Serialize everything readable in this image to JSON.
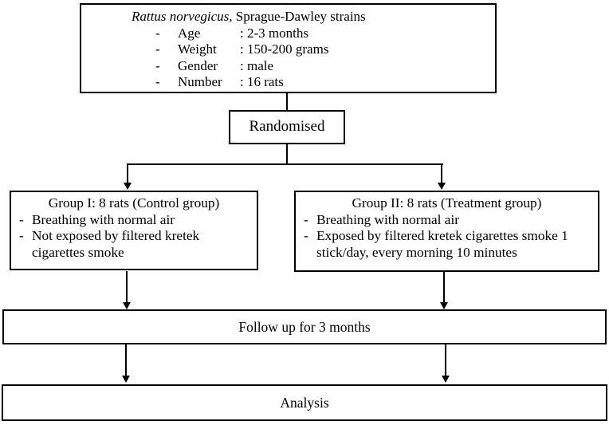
{
  "diagram": {
    "subject_box": {
      "title_italic": "Rattus norvegicus,",
      "title_regular": "Sprague-Dawley strains",
      "specs": [
        {
          "bullet": "-",
          "label": "Age",
          "value": ": 2-3 months"
        },
        {
          "bullet": "-",
          "label": "Weight",
          "value": ": 150-200 grams"
        },
        {
          "bullet": "-",
          "label": "Gender",
          "value": ": male"
        },
        {
          "bullet": "-",
          "label": "Number",
          "value": ": 16 rats"
        }
      ]
    },
    "randomised_box": {
      "label": "Randomised"
    },
    "group1_box": {
      "title": "Group I: 8 rats (Control group)",
      "items": [
        {
          "bullet": "-",
          "text": "Breathing with normal air"
        },
        {
          "bullet": "-",
          "text": "Not exposed by filtered kretek cigarettes smoke"
        }
      ]
    },
    "group2_box": {
      "title": "Group II: 8 rats (Treatment group)",
      "items": [
        {
          "bullet": "-",
          "text": "Breathing with normal air"
        },
        {
          "bullet": "-",
          "text": "Exposed by filtered kretek cigarettes smoke 1 stick/day, every morning 10 minutes"
        }
      ]
    },
    "followup_box": {
      "label": "Follow up for 3 months"
    },
    "analysis_box": {
      "label": "Analysis"
    },
    "colors": {
      "line": "#000000",
      "background": "#ffffff",
      "text": "#000000"
    }
  }
}
